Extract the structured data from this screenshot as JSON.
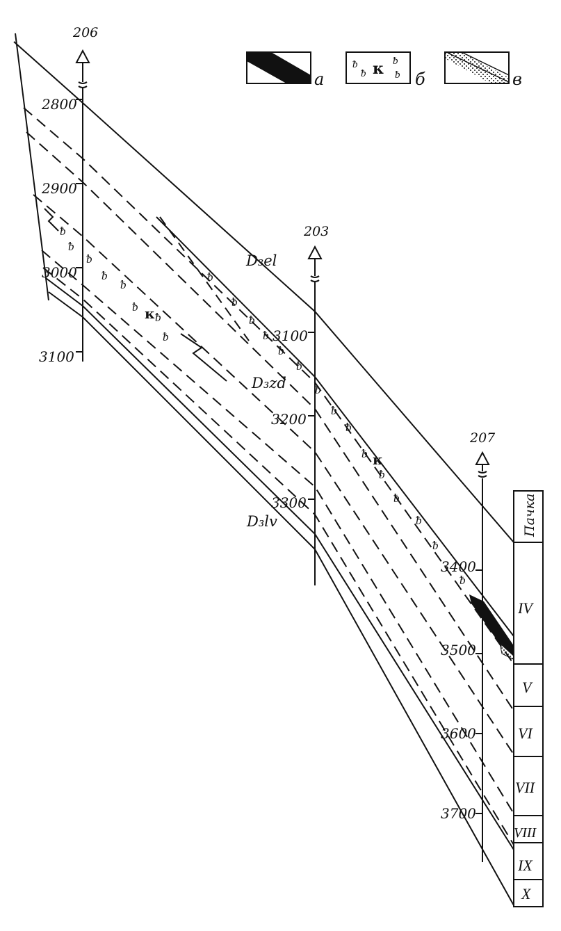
{
  "wells": [
    {
      "id": "206",
      "ticks": [
        "2800",
        "2900",
        "3000",
        "3100"
      ]
    },
    {
      "id": "203",
      "ticks": [
        "3100",
        "3200",
        "3300"
      ]
    },
    {
      "id": "207",
      "ticks": [
        "3400",
        "3500",
        "3600",
        "3700"
      ]
    }
  ],
  "formations": {
    "et": "D₃el",
    "zd": "D₃zd",
    "lv": "D₃lv"
  },
  "legend": {
    "a": "а",
    "b": "б",
    "v": "в",
    "b_symbol": "к"
  },
  "column": {
    "header": "Пачка",
    "units": [
      "IV",
      "V",
      "VI",
      "VII",
      "VIII",
      "IX",
      "X"
    ]
  },
  "markers": {
    "k": "к",
    "b": "ᵬ"
  }
}
